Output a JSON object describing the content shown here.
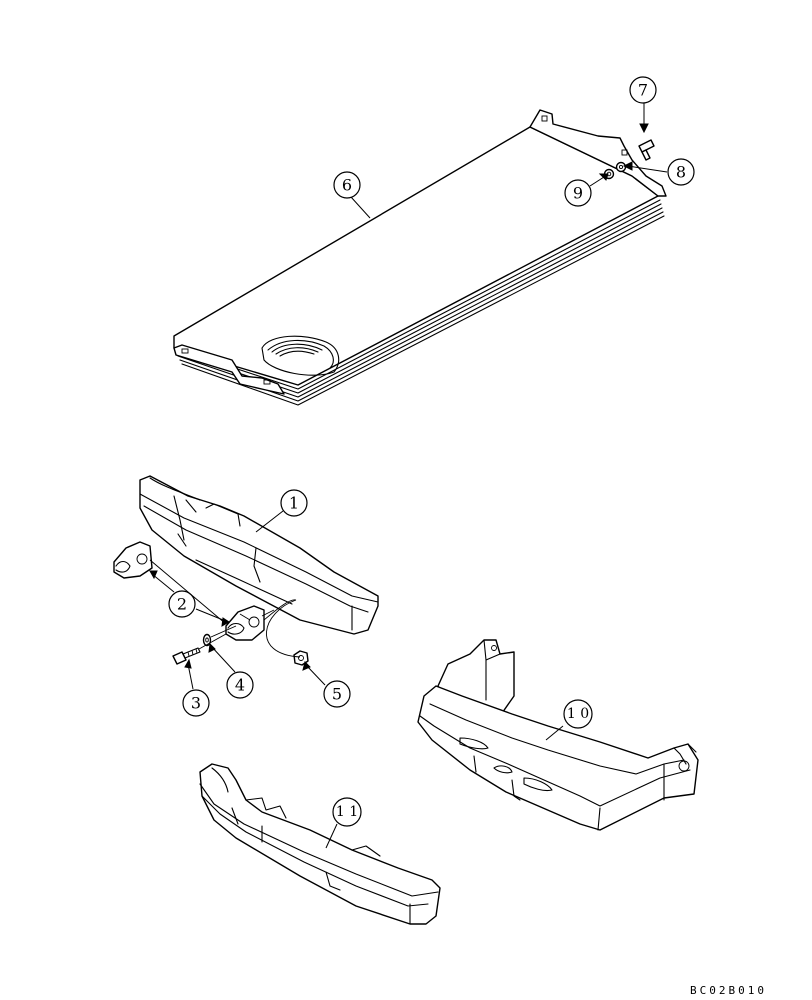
{
  "callouts": [
    {
      "id": "1",
      "label": "1"
    },
    {
      "id": "2",
      "label": "2"
    },
    {
      "id": "3",
      "label": "3"
    },
    {
      "id": "4",
      "label": "4"
    },
    {
      "id": "5",
      "label": "5"
    },
    {
      "id": "6",
      "label": "6"
    },
    {
      "id": "7",
      "label": "7"
    },
    {
      "id": "8",
      "label": "8"
    },
    {
      "id": "9",
      "label": "9"
    },
    {
      "id": "10",
      "label": "1 0"
    },
    {
      "id": "11",
      "label": "1 1"
    }
  ],
  "drawing_code": "BC02B010"
}
